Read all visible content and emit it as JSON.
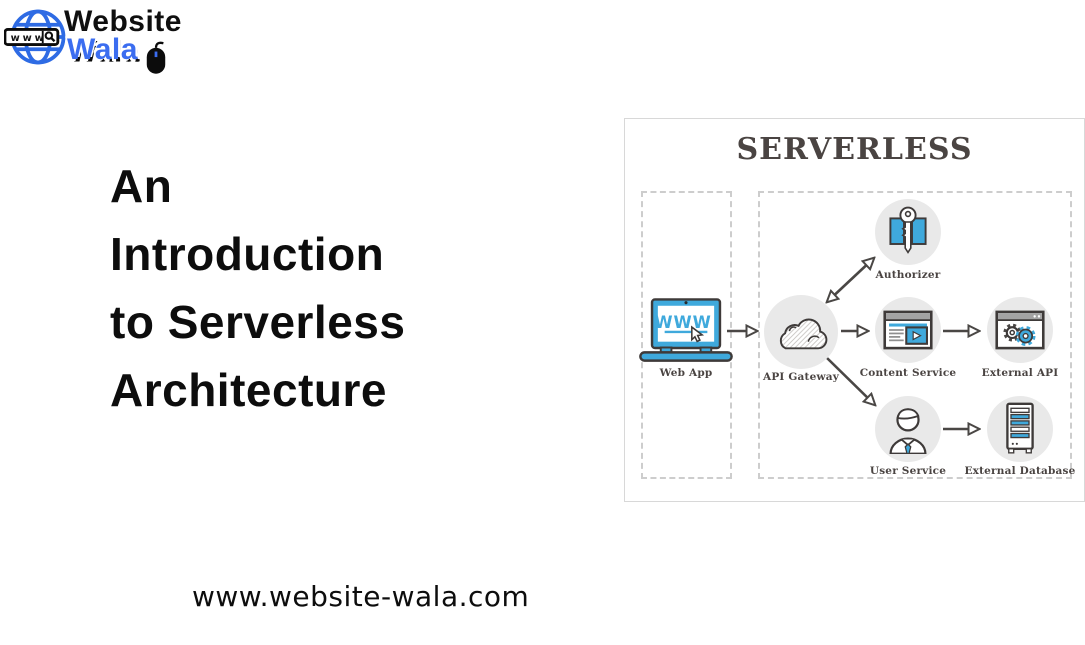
{
  "page": {
    "background": "#ffffff"
  },
  "logo": {
    "name": "Website Wala logo",
    "word1": "Website",
    "word2": "Wala",
    "globe_bar_text": "www",
    "colors": {
      "globe_blue": "#2e6be4",
      "wala_blue": "#3b6df0",
      "website_black": "#0f0f0f"
    }
  },
  "headline": {
    "lines": [
      "An",
      "Introduction",
      "to Serverless",
      "Architecture"
    ]
  },
  "footer": {
    "url": "www.website-wala.com"
  },
  "diagram": {
    "title": "SERVERLESS",
    "colors": {
      "accent_blue": "#3fa9dc",
      "outline_dark": "#3e3a39",
      "circle_gray": "#e9e9e9",
      "label_color": "#4a4442",
      "arrow_color": "#4a4745"
    },
    "nodes": [
      {
        "id": "web-app",
        "label": "Web App",
        "icon": "laptop-www-icon"
      },
      {
        "id": "api-gateway",
        "label": "API Gateway",
        "icon": "hatched-cloud-icon"
      },
      {
        "id": "authorizer",
        "label": "Authorizer",
        "icon": "key-icon"
      },
      {
        "id": "content-service",
        "label": "Content Service",
        "icon": "browser-video-icon"
      },
      {
        "id": "external-api",
        "label": "External API",
        "icon": "browser-gears-icon"
      },
      {
        "id": "user-service",
        "label": "User Service",
        "icon": "person-icon"
      },
      {
        "id": "external-database",
        "label": "External Database",
        "icon": "server-tower-icon"
      }
    ],
    "edges": [
      {
        "from": "web-app",
        "to": "api-gateway",
        "bidirectional": false
      },
      {
        "from": "api-gateway",
        "to": "authorizer",
        "bidirectional": true
      },
      {
        "from": "api-gateway",
        "to": "content-service",
        "bidirectional": false
      },
      {
        "from": "content-service",
        "to": "external-api",
        "bidirectional": false
      },
      {
        "from": "api-gateway",
        "to": "user-service",
        "bidirectional": false
      },
      {
        "from": "user-service",
        "to": "external-database",
        "bidirectional": false
      }
    ]
  }
}
